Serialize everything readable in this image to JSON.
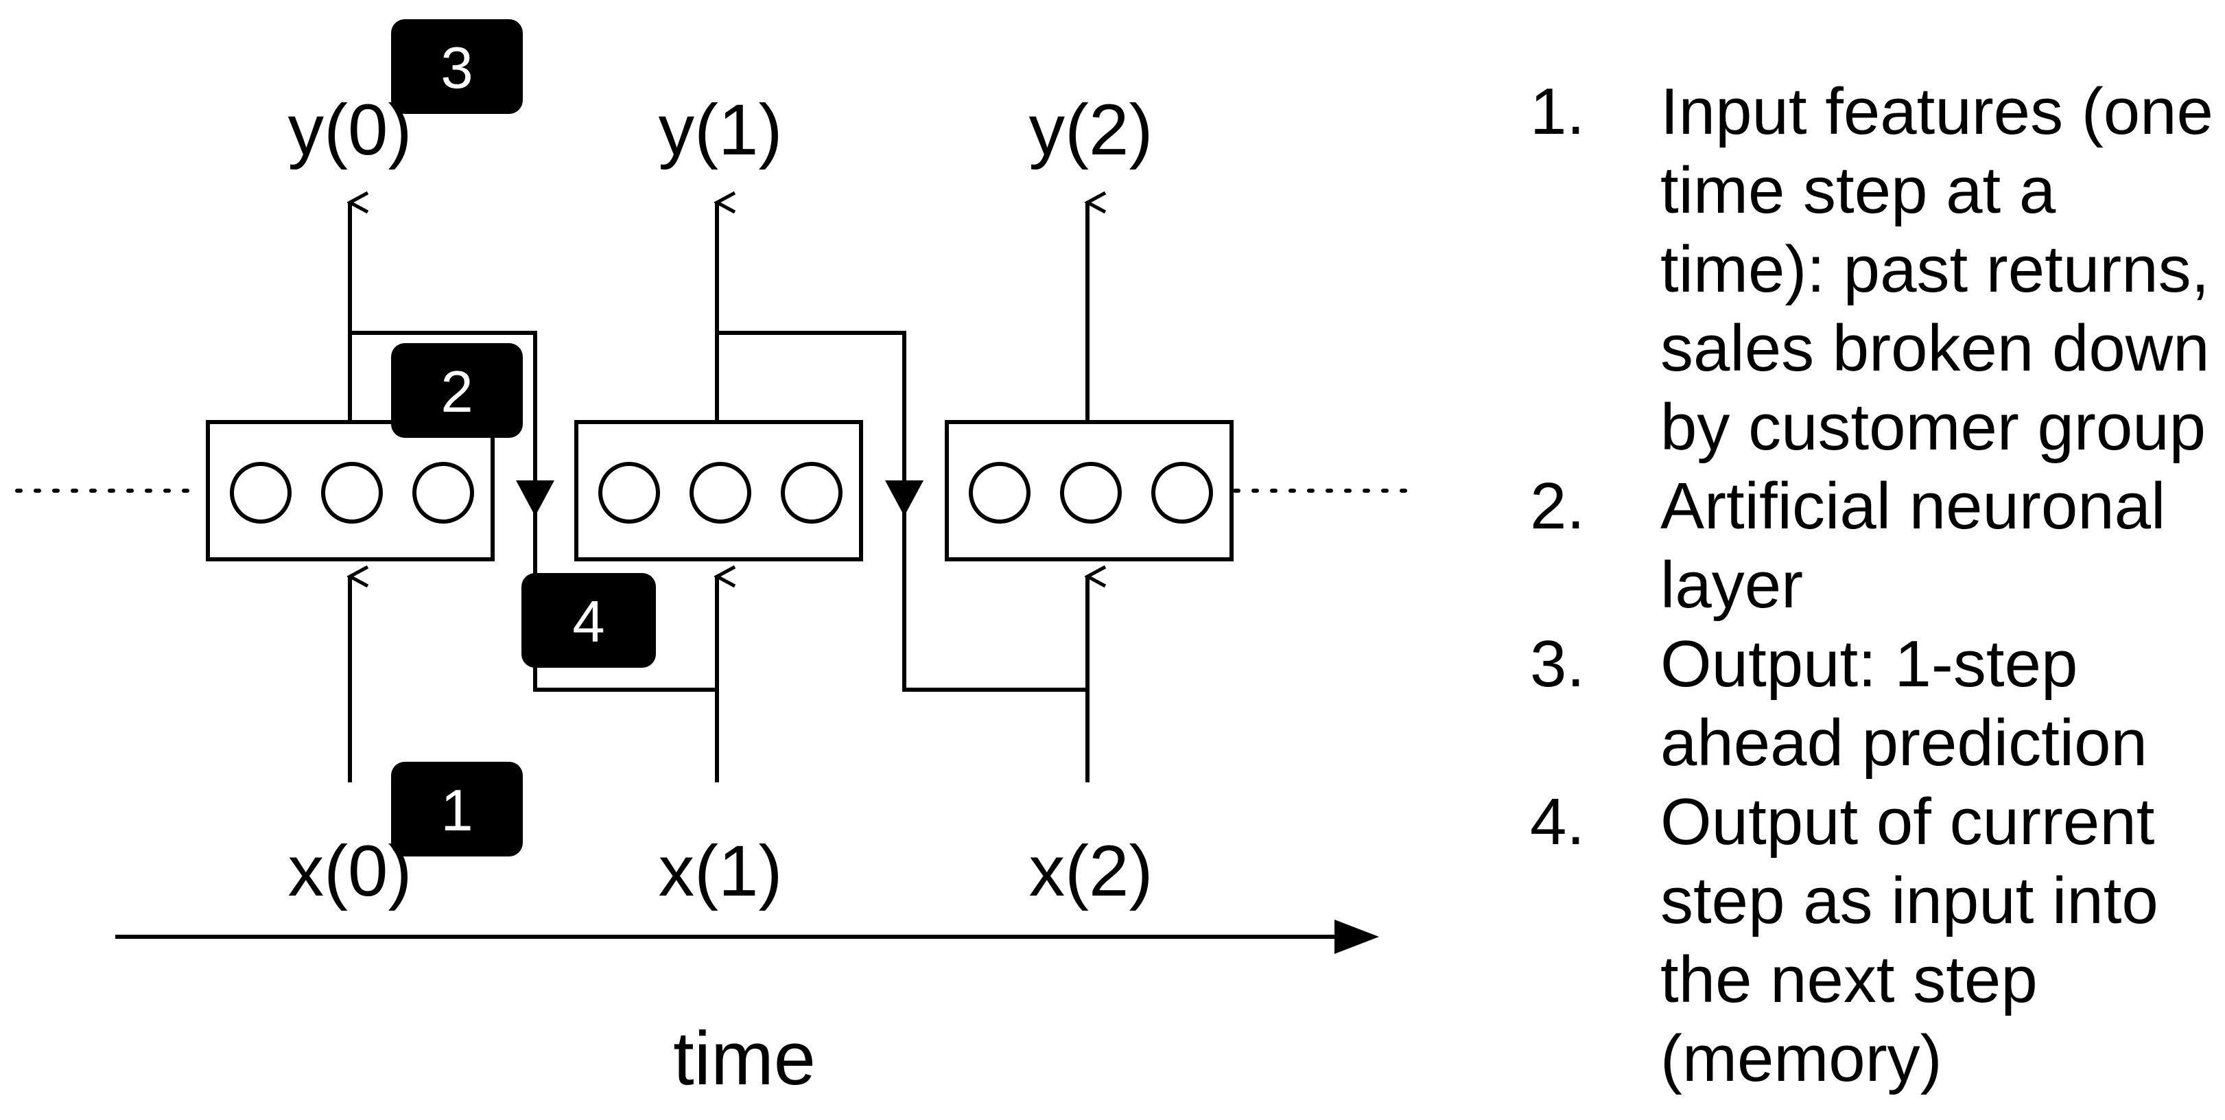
{
  "diagram": {
    "outputs": [
      "y(0)",
      "y(1)",
      "y(2)"
    ],
    "inputs": [
      "x(0)",
      "x(1)",
      "x(2)"
    ],
    "axis_label": "time",
    "badges": [
      "1",
      "2",
      "3",
      "4"
    ]
  },
  "legend": {
    "items": [
      {
        "number": "1.",
        "text": "Input features (one time step at a time): past returns, sales broken down by customer group"
      },
      {
        "number": "2.",
        "text": "Artificial neuronal layer"
      },
      {
        "number": "3.",
        "text": "Output: 1-step ahead prediction"
      },
      {
        "number": "4.",
        "text": "Output of current step as input into the next step (memory)"
      }
    ]
  }
}
